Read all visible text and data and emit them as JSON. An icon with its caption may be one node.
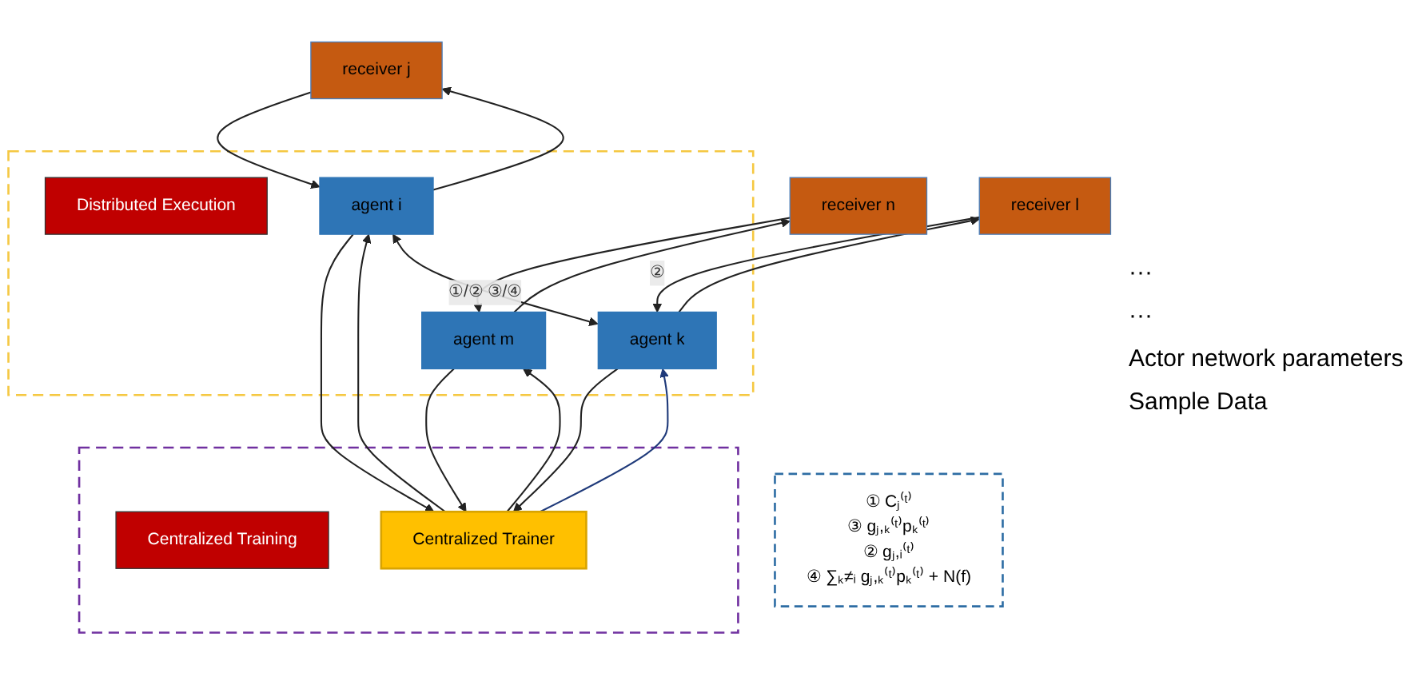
{
  "diagram": {
    "nodes": [
      {
        "text": [
          "① Cⱼ⁽ᵗ⁾",
          "③ gⱼ,ₖ⁽ᵗ⁾pₖ⁽ᵗ⁾",
          "② gⱼ,ᵢ⁽ᵗ⁾",
          "④ ∑ₖ≠ᵢ gⱼ,ₖ⁽ᵗ⁾pₖ⁽ᵗ⁾ + N(f)"
        ]
      },
      {
        "text": [
          "receiver l"
        ]
      },
      {
        "text": [
          "receiver j"
        ]
      },
      {
        "text": [
          "receiver n"
        ]
      },
      {
        "text": [],
        "shape": "box"
      },
      {
        "text": [
          "Distributed Execution"
        ],
        "in": 4
      },
      {
        "text": [
          "agent k"
        ],
        "in": 4
      },
      {
        "text": [
          "agent i"
        ],
        "in": 4
      },
      {
        "text": [
          "agent m"
        ],
        "in": 4
      },
      {
        "text": [],
        "shape": "box"
      },
      {
        "text": [
          "Centralized Training"
        ],
        "in": 9
      },
      {
        "text": [
          "Centralized Trainer"
        ],
        "in": 9
      }
    ],
    "edges": [
      {
        "from": 1,
        "to": 6,
        "arrow": "to",
        "label": "②"
      },
      {
        "from": 2,
        "to": 7,
        "arrow": "to"
      },
      {
        "from": 3,
        "to": 8,
        "arrow": "to"
      },
      {
        "from": 6,
        "to": 7,
        "arrow": "both",
        "label": "①/② ③/④"
      },
      {
        "from": 6,
        "to": 11,
        "arrow": "to"
      },
      {
        "from": 7,
        "to": 11,
        "arrow": "to"
      },
      {
        "from": 8,
        "to": 11,
        "arrow": "to"
      },
      {
        "from": 6,
        "to": 1,
        "arrow": "to"
      },
      {
        "from": 7,
        "to": 2,
        "arrow": "to"
      },
      {
        "from": 8,
        "to": 3,
        "arrow": "to"
      },
      {
        "from": 11,
        "to": 6,
        "arrow": "to",
        "color": "#1f3a7a"
      },
      {
        "from": 11,
        "to": 7,
        "arrow": "to"
      },
      {
        "from": 11,
        "to": 8,
        "arrow": "to"
      }
    ],
    "labels": [
      "···",
      "···",
      "Actor network parameters",
      "Sample Data"
    ]
  }
}
